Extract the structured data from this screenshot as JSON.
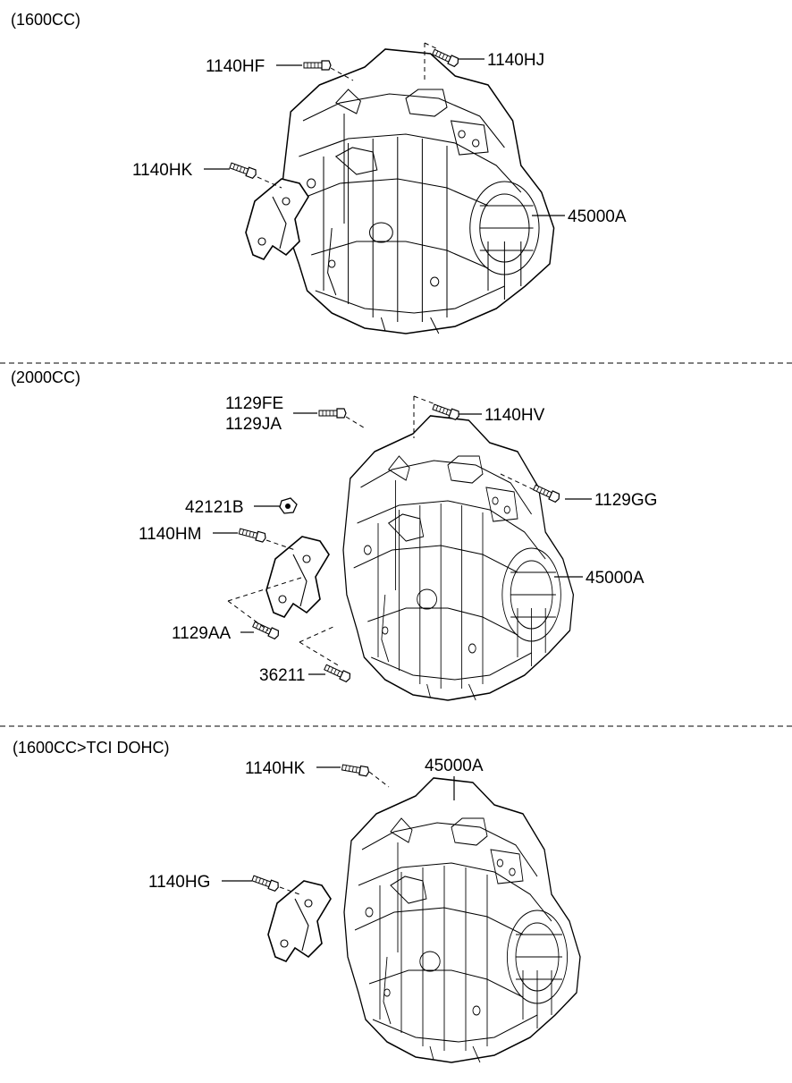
{
  "sections": [
    {
      "header": "(1600CC)",
      "labels": {
        "a": "1140HF",
        "b": "1140HJ",
        "c": "1140HK",
        "d": "45000A"
      }
    },
    {
      "header": "(2000CC)",
      "labels": {
        "a1": "1129FE",
        "a2": "1129JA",
        "b": "1140HV",
        "c": "1129GG",
        "d": "42121B",
        "e": "1140HM",
        "f": "45000A",
        "g": "1129AA",
        "h": "36211"
      }
    },
    {
      "header": "(1600CC>TCI DOHC)",
      "labels": {
        "a": "1140HK",
        "b": "45000A",
        "c": "1140HG"
      }
    }
  ]
}
